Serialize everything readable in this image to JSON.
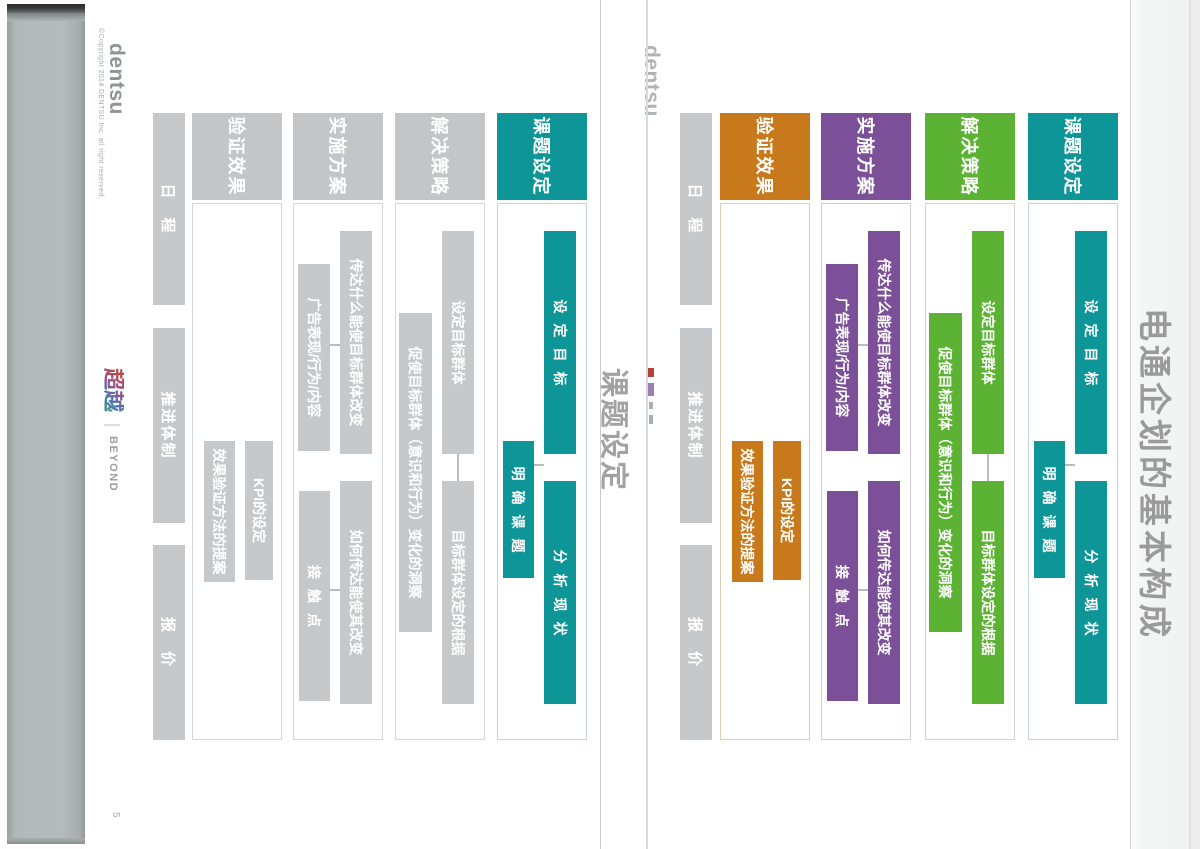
{
  "left_page": {
    "dentsu_logo": "dentsu",
    "copyright": "©Copyright 2014 DENTSU Inc. all right reserved.",
    "beyond_logo": {
      "chaoyue": "超越",
      "divider": "｜",
      "beyond": "BEYOND"
    },
    "page_number": "5",
    "diagram": {
      "side_bars": [
        "日　程",
        "推进体制",
        "报　价"
      ],
      "rows": [
        {
          "id": "kadai",
          "label": "课题设定",
          "color": "teal",
          "boxes": [
            {
              "slot": "a",
              "text": "设定目标"
            },
            {
              "slot": "b",
              "text": "明确课题"
            },
            {
              "slot": "c",
              "text": "分析现状"
            }
          ],
          "connectors": [
            "v-mid"
          ]
        },
        {
          "id": "jiejue",
          "label": "解决策略",
          "color": "gray",
          "boxes": [
            {
              "slot": "a",
              "text": "设定目标群体"
            },
            {
              "slot": "bw",
              "text": "促使目标群体（意识和行为）变化的洞察"
            },
            {
              "slot": "c",
              "text": "目标群体设定的根据"
            }
          ],
          "connectors": [
            "h-mid"
          ]
        },
        {
          "id": "shishi",
          "label": "实施方案",
          "color": "gray",
          "boxes": [
            {
              "slot": "a",
              "text": "传达什么能使目标群体改变"
            },
            {
              "slot": "b2",
              "text": "广告表现/行为/内容"
            },
            {
              "slot": "c",
              "text": "如何传达能使其改变"
            },
            {
              "slot": "d",
              "text": "接触点"
            }
          ],
          "connectors": [
            "v-left",
            "v-right"
          ]
        },
        {
          "id": "yanzheng",
          "label": "验证效果",
          "color": "gray",
          "boxes": [
            {
              "slot": "s1",
              "text": "KPI的设定"
            },
            {
              "slot": "s2",
              "text": "效果验证方法的提案"
            }
          ],
          "connectors": []
        }
      ]
    }
  },
  "right_page": {
    "dentsu_logo": "dentsu",
    "title": "电通企划的基本构成",
    "section_label": "课题设定",
    "diagram": {
      "side_bars": [
        "日　程",
        "推进体制",
        "报　价"
      ],
      "rows": [
        {
          "id": "kadai",
          "label": "课题设定",
          "color": "teal",
          "boxes": [
            {
              "slot": "a",
              "text": "设定目标"
            },
            {
              "slot": "b",
              "text": "明确课题"
            },
            {
              "slot": "c",
              "text": "分析现状"
            }
          ],
          "connectors": [
            "v-mid"
          ]
        },
        {
          "id": "jiejue",
          "label": "解决策略",
          "color": "green",
          "boxes": [
            {
              "slot": "a",
              "text": "设定目标群体"
            },
            {
              "slot": "bw",
              "text": "促使目标群体（意识和行为）变化的洞察"
            },
            {
              "slot": "c",
              "text": "目标群体设定的根据"
            }
          ],
          "connectors": [
            "h-mid"
          ]
        },
        {
          "id": "shishi",
          "label": "实施方案",
          "color": "purple",
          "boxes": [
            {
              "slot": "a",
              "text": "传达什么能使目标群体改变"
            },
            {
              "slot": "b2",
              "text": "广告表现/行为/内容"
            },
            {
              "slot": "c",
              "text": "如何传达能使其改变"
            },
            {
              "slot": "d",
              "text": "接触点"
            }
          ],
          "connectors": [
            "v-left",
            "v-right"
          ]
        },
        {
          "id": "yanzheng",
          "label": "验证效果",
          "color": "orange",
          "boxes": [
            {
              "slot": "s1",
              "text": "KPI的设定"
            },
            {
              "slot": "s2",
              "text": "效果验证方法的提案"
            }
          ],
          "connectors": []
        }
      ]
    }
  },
  "colors": {
    "teal": "#0D9598",
    "green": "#5CB233",
    "purple": "#7C5098",
    "orange": "#C8791B",
    "inactive_gray": "#C5C9CB",
    "title_gray": "#9a9a9a"
  }
}
